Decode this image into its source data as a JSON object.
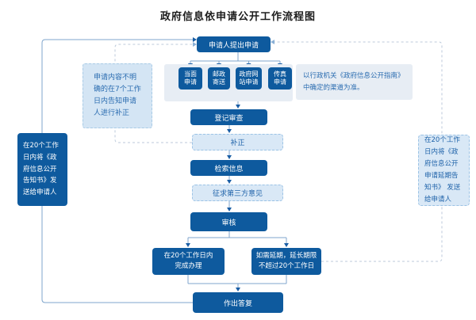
{
  "title": "政府信息依申请公开工作流程图",
  "flow": {
    "apply": "申请人提出申请",
    "methods": [
      {
        "label": "当面申请"
      },
      {
        "label": "邮政寄送"
      },
      {
        "label": "政府网站申请"
      },
      {
        "label": "传真申请"
      }
    ],
    "register": "登记审查",
    "correction": "补正",
    "retrieve": "检索信息",
    "third_party": "征求第三方意见",
    "review": "审核",
    "complete": "在20个工作日内\n完成办理",
    "extend": "如需延期，延长期限\n不超过20个工作日",
    "reply": "作出答复"
  },
  "annotations": {
    "channel_note": "以行政机关《政府信息公开指南》中确定的渠道为准。",
    "correction_note": "申请内容不明确的在7个工作日内告知申请人进行补正",
    "notice_reply": "在20个工作日内将《政府信息公开告知书》发送给申请人",
    "notice_extension": "在20个工作日内将《政府信息公开申请延期告知书》 发送给申请人"
  },
  "colors": {
    "node_dark": "#0e5a9e",
    "node_light_fill": "#d9e8f6",
    "node_light_border": "#9cc3e5",
    "strip_fill": "#e7edf4",
    "solid_line": "#7fa6cc",
    "dashed_line": "#bccadb",
    "text_blue": "#1e62a9",
    "arrow": "#1a5ea5"
  }
}
